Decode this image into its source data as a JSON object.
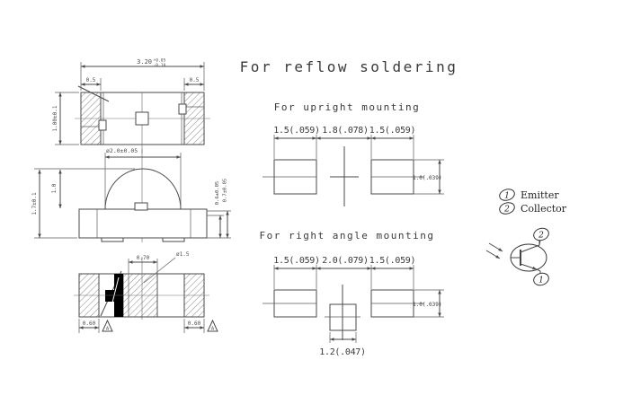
{
  "title": "For reflow soldering",
  "views": {
    "top": {
      "width_value": "3.20",
      "width_tol_plus": "+0.05",
      "width_tol_minus": "-0.10",
      "pad_left": "0.5",
      "pad_right": "0.5",
      "height": "1.00±0.1"
    },
    "side": {
      "lens_diameter": "ø2.0±0.05",
      "lens_height": "1.0",
      "overall_height": "1.7±0.1",
      "terminal_height": "0.6±0.05",
      "base_height": "0.7±0.05"
    },
    "bottom": {
      "mark_width": "0.70",
      "mark_note": "ø1.5",
      "pad_left": "0.60",
      "pad_right": "0.60",
      "datum_left": "A",
      "datum_right": "A"
    }
  },
  "upright": {
    "title": "For upright mounting",
    "dim_left": "1.5(.059)",
    "dim_center": "1.8(.078)",
    "dim_right": "1.5(.059)",
    "pad_height": "1.0(.039)"
  },
  "right_angle": {
    "title": "For right angle mounting",
    "dim_left": "1.5(.059)",
    "dim_center": "2.0(.079)",
    "dim_right": "1.5(.059)",
    "pad_height": "1.0(.039)",
    "center_pad": "1.2(.047)"
  },
  "legend": {
    "pin1_num": "1",
    "pin1_label": "Emitter",
    "pin2_num": "2",
    "pin2_label": "Collector"
  },
  "schematic": {
    "top_pin": "2",
    "bottom_pin": "1"
  }
}
